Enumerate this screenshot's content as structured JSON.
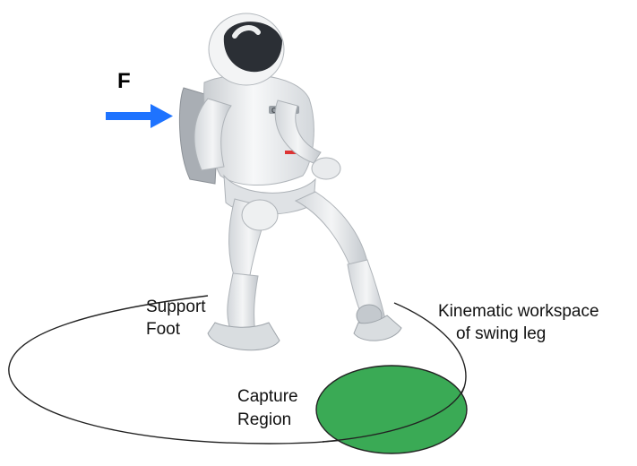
{
  "force": {
    "label": "F",
    "color": "#1e73ff"
  },
  "labels": {
    "support_foot": [
      "Support",
      "Foot"
    ],
    "kinematic_workspace": [
      "Kinematic workspace",
      "of swing leg"
    ],
    "capture_region": [
      "Capture",
      "Region"
    ]
  },
  "colors": {
    "capture_region_fill": "#3aaa55",
    "outline": "#222222",
    "robot_body": "#eceeef",
    "robot_shadow": "#b9bec3",
    "visor": "#2b2f35"
  }
}
